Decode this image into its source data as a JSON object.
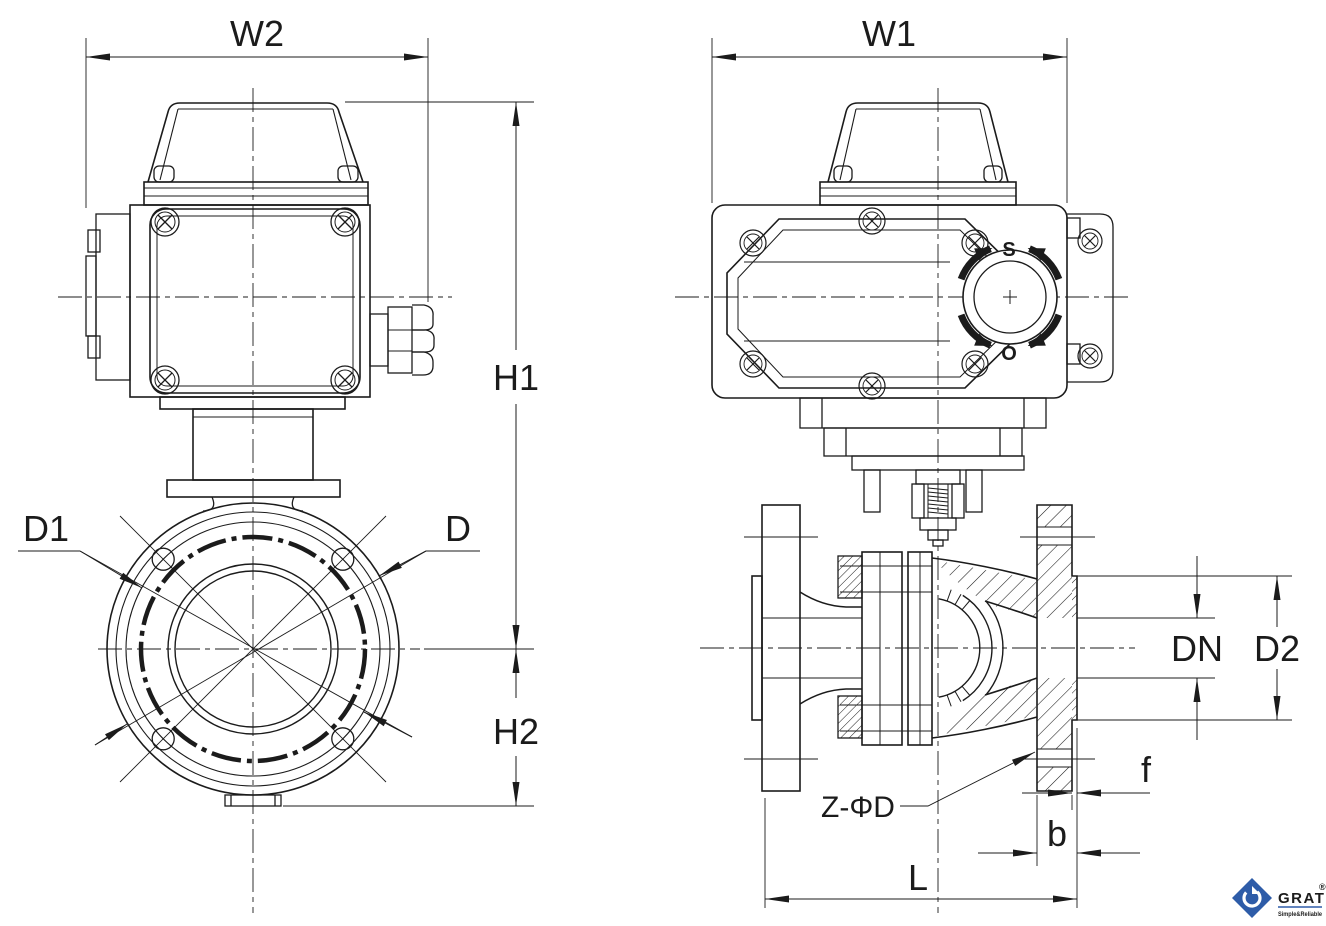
{
  "drawing_type": "electric-actuated-flanged-ball-valve-dimension-drawing",
  "labels": {
    "w2": "W2",
    "w1": "W1",
    "h1": "H1",
    "h2": "H2",
    "d1": "D1",
    "d": "D",
    "dn": "DN",
    "d2": "D2",
    "f": "f",
    "b": "b",
    "l": "L",
    "z_phid": "Z-ΦD"
  },
  "knob": {
    "shut_mark": "S",
    "open_mark": "O"
  },
  "logo": {
    "name": "GRAT",
    "registered": "®",
    "tagline": "Simple&Reliable"
  },
  "colors": {
    "line": "#1b1b1b",
    "background": "#ffffff",
    "logo_blue": "#2e5ca8"
  }
}
